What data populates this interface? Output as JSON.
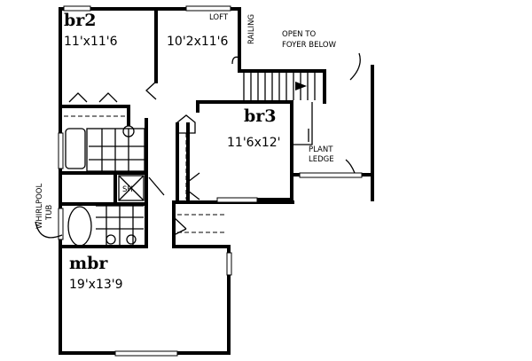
{
  "rooms": {
    "br2": {
      "name": "br2",
      "size": "11'x11'6"
    },
    "loft": {
      "name": "LOFT",
      "size": "10'2x11'6"
    },
    "br3": {
      "name": "br3",
      "size": "11'6x12'"
    },
    "mbr": {
      "name": "mbr",
      "size": "19'x13'9"
    }
  },
  "labels": {
    "railing": "RAILING",
    "open_line1": "OPEN TO",
    "open_line2": "FOYER BELOW",
    "plant_line1": "PLANT",
    "plant_line2": "LEDGE",
    "whirlpool_line1": "WHIRLPOOL",
    "whirlpool_line2": "TUB",
    "shower": "SH."
  }
}
